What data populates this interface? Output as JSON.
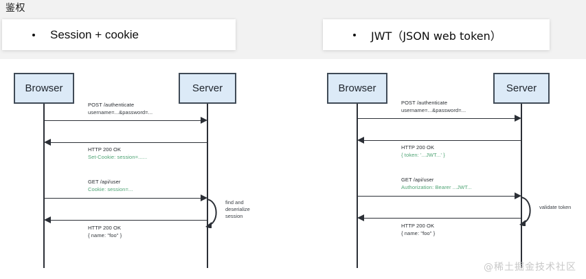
{
  "heading": "鉴权",
  "panels": [
    {
      "id": "session-cookie",
      "card_title": "Session + cookie",
      "bullet": "•",
      "actors": {
        "client": "Browser",
        "server": "Server"
      },
      "messages": [
        {
          "direction": "right",
          "header": "POST /authenticate",
          "sub": "username=...&password=...",
          "sub_color": "#2e3338"
        },
        {
          "direction": "left",
          "header": "HTTP 200 OK",
          "sub": "Set-Cookie: session=......",
          "sub_color": "#4da373"
        },
        {
          "direction": "right",
          "header": "GET /api/user",
          "sub": "Cookie: session=...",
          "sub_color": "#4da373"
        },
        {
          "direction": "left",
          "header": "HTTP 200 OK",
          "sub": "{ name: \"foo\" }",
          "sub_color": "#2e3338"
        }
      ],
      "self_action": "find and\ndeserialize\nsession"
    },
    {
      "id": "jwt",
      "card_title": "JWT（JSON web token）",
      "bullet": "•",
      "actors": {
        "client": "Browser",
        "server": "Server"
      },
      "messages": [
        {
          "direction": "right",
          "header": "POST /authenticate",
          "sub": "username=...&password=...",
          "sub_color": "#2e3338"
        },
        {
          "direction": "left",
          "header": "HTTP 200 OK",
          "sub": "{ token: '...JWT...' }",
          "sub_color": "#4da373"
        },
        {
          "direction": "right",
          "header": "GET /api/user",
          "sub": "Authorization: Bearer ...JWT...",
          "sub_color": "#4da373"
        },
        {
          "direction": "left",
          "header": "HTTP 200 OK",
          "sub": "{ name: \"foo\" }",
          "sub_color": "#2e3338"
        }
      ],
      "self_action": "validate token"
    }
  ],
  "watermark": "@稀土掘金技术社区",
  "colors": {
    "node_fill": "#dceaf7",
    "node_border": "#3f4a56",
    "line": "#2b2f36",
    "accent_green": "#4da373",
    "card_bg": "#ffffff",
    "page_bg": "#f2f2f2"
  }
}
